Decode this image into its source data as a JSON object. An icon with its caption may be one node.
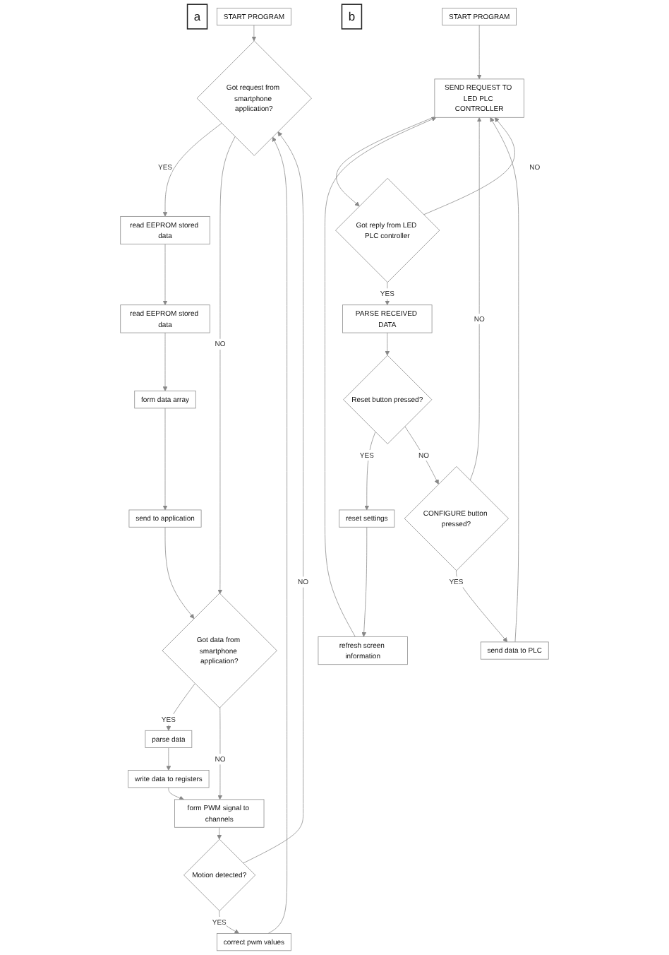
{
  "diagram": {
    "nodes": [
      {
        "text": [
          "a"
        ]
      },
      {
        "text": [
          "START PROGRAM"
        ]
      },
      {
        "text": [
          "Got request from smartphone application?"
        ]
      },
      {
        "text": [
          "read EEPROM stored data"
        ]
      },
      {
        "text": [
          "read EEPROM stored data"
        ]
      },
      {
        "text": [
          "form data array"
        ]
      },
      {
        "text": [
          "send to application"
        ]
      },
      {
        "text": [
          "Got data from smartphone application?"
        ]
      },
      {
        "text": [
          "parse data"
        ]
      },
      {
        "text": [
          "write data to registers"
        ]
      },
      {
        "text": [
          "form PWM signal to channels"
        ]
      },
      {
        "text": [
          "Motion detected?"
        ]
      },
      {
        "text": [
          "correct pwm values"
        ]
      },
      {
        "text": [
          "b"
        ]
      },
      {
        "text": [
          "START PROGRAM"
        ]
      },
      {
        "text": [
          "SEND REQUEST TO LED PLC CONTROLLER"
        ]
      },
      {
        "text": [
          "Got reply from LED PLC controller"
        ]
      },
      {
        "text": [
          "refresh screen information"
        ]
      },
      {
        "text": [
          "PARSE RECEIVED DATA"
        ]
      },
      {
        "text": [
          "reset settings"
        ]
      },
      {
        "text": [
          "Reset button pressed?"
        ]
      },
      {
        "text": [
          "CONFIGURE button pressed?"
        ]
      },
      {
        "text": [
          "send data to PLC"
        ]
      }
    ],
    "edges": [
      {
        "from": 1,
        "to": 2,
        "arrow": "to"
      },
      {
        "from": 2,
        "to": 3,
        "arrow": "to",
        "label": "YES"
      },
      {
        "from": 3,
        "to": 4,
        "arrow": "to"
      },
      {
        "from": 4,
        "to": 5,
        "arrow": "to"
      },
      {
        "from": 5,
        "to": 6,
        "arrow": "to"
      },
      {
        "from": 6,
        "to": 7,
        "arrow": "to"
      },
      {
        "from": 2,
        "to": 7,
        "arrow": "to",
        "label": "NO"
      },
      {
        "from": 7,
        "to": 8,
        "arrow": "to",
        "label": "YES"
      },
      {
        "from": 8,
        "to": 9,
        "arrow": "to"
      },
      {
        "from": 9,
        "to": 10,
        "arrow": "to"
      },
      {
        "from": 7,
        "to": 10,
        "arrow": "to",
        "label": "NO"
      },
      {
        "from": 10,
        "to": 11,
        "arrow": "to"
      },
      {
        "from": 11,
        "to": 12,
        "arrow": "to",
        "label": "YES"
      },
      {
        "from": 11,
        "to": 2,
        "arrow": "to",
        "label": "NO"
      },
      {
        "from": 12,
        "to": 2,
        "arrow": "to"
      },
      {
        "from": 14,
        "to": 15,
        "arrow": "to"
      },
      {
        "from": 15,
        "to": 16,
        "arrow": "to"
      },
      {
        "from": 16,
        "to": 18,
        "arrow": "to",
        "label": "YES"
      },
      {
        "from": 16,
        "to": 15,
        "arrow": "to",
        "label": "NO"
      },
      {
        "from": 18,
        "to": 20,
        "arrow": "to"
      },
      {
        "from": 20,
        "to": 19,
        "arrow": "to",
        "label": "YES"
      },
      {
        "from": 19,
        "to": 17,
        "arrow": "to"
      },
      {
        "from": 17,
        "to": 15,
        "arrow": "to"
      },
      {
        "from": 20,
        "to": 21,
        "arrow": "to",
        "label": "NO"
      },
      {
        "from": 21,
        "to": 15,
        "arrow": "to",
        "label": "NO"
      },
      {
        "from": 21,
        "to": 22,
        "arrow": "to",
        "label": "YES"
      },
      {
        "from": 22,
        "to": 15,
        "arrow": "to"
      }
    ]
  }
}
